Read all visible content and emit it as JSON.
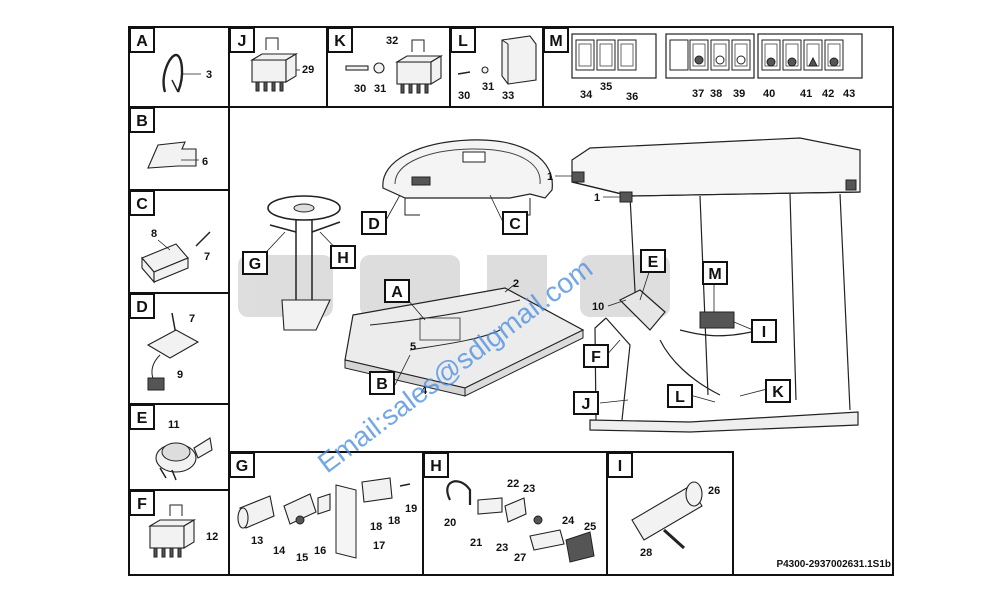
{
  "drawing_number": "P4300-2937002631.1S1b",
  "watermark_text": "Email:sales@sdlgmail.com",
  "watermark_logo": "SDLG",
  "panels": {
    "A": {
      "letter": "A",
      "parts": [
        "3"
      ]
    },
    "B": {
      "letter": "B",
      "parts": [
        "6"
      ]
    },
    "C": {
      "letter": "C",
      "parts": [
        "8",
        "7"
      ]
    },
    "D": {
      "letter": "D",
      "parts": [
        "7",
        "9"
      ]
    },
    "E": {
      "letter": "E",
      "parts": [
        "11"
      ]
    },
    "F": {
      "letter": "F",
      "parts": [
        "12"
      ]
    },
    "J": {
      "letter": "J",
      "parts": [
        "29"
      ]
    },
    "K": {
      "letter": "K",
      "parts": [
        "32",
        "30",
        "31"
      ]
    },
    "L": {
      "letter": "L",
      "parts": [
        "30",
        "31",
        "33"
      ]
    },
    "M": {
      "letter": "M",
      "parts": [
        "34",
        "35",
        "36",
        "37",
        "38",
        "39",
        "40",
        "41",
        "42",
        "43"
      ]
    },
    "G": {
      "letter": "G",
      "parts": [
        "13",
        "14",
        "15",
        "16",
        "17",
        "18",
        "18",
        "19"
      ]
    },
    "H": {
      "letter": "H",
      "parts": [
        "22",
        "23",
        "20",
        "21",
        "24",
        "25",
        "23",
        "27"
      ]
    },
    "I": {
      "letter": "I",
      "parts": [
        "26",
        "28"
      ]
    }
  },
  "main": {
    "part_labels": [
      "1",
      "1",
      "2",
      "5",
      "4",
      "10"
    ],
    "callouts": [
      "A",
      "B",
      "C",
      "D",
      "E",
      "F",
      "G",
      "H",
      "I",
      "J",
      "K",
      "L",
      "M"
    ]
  }
}
